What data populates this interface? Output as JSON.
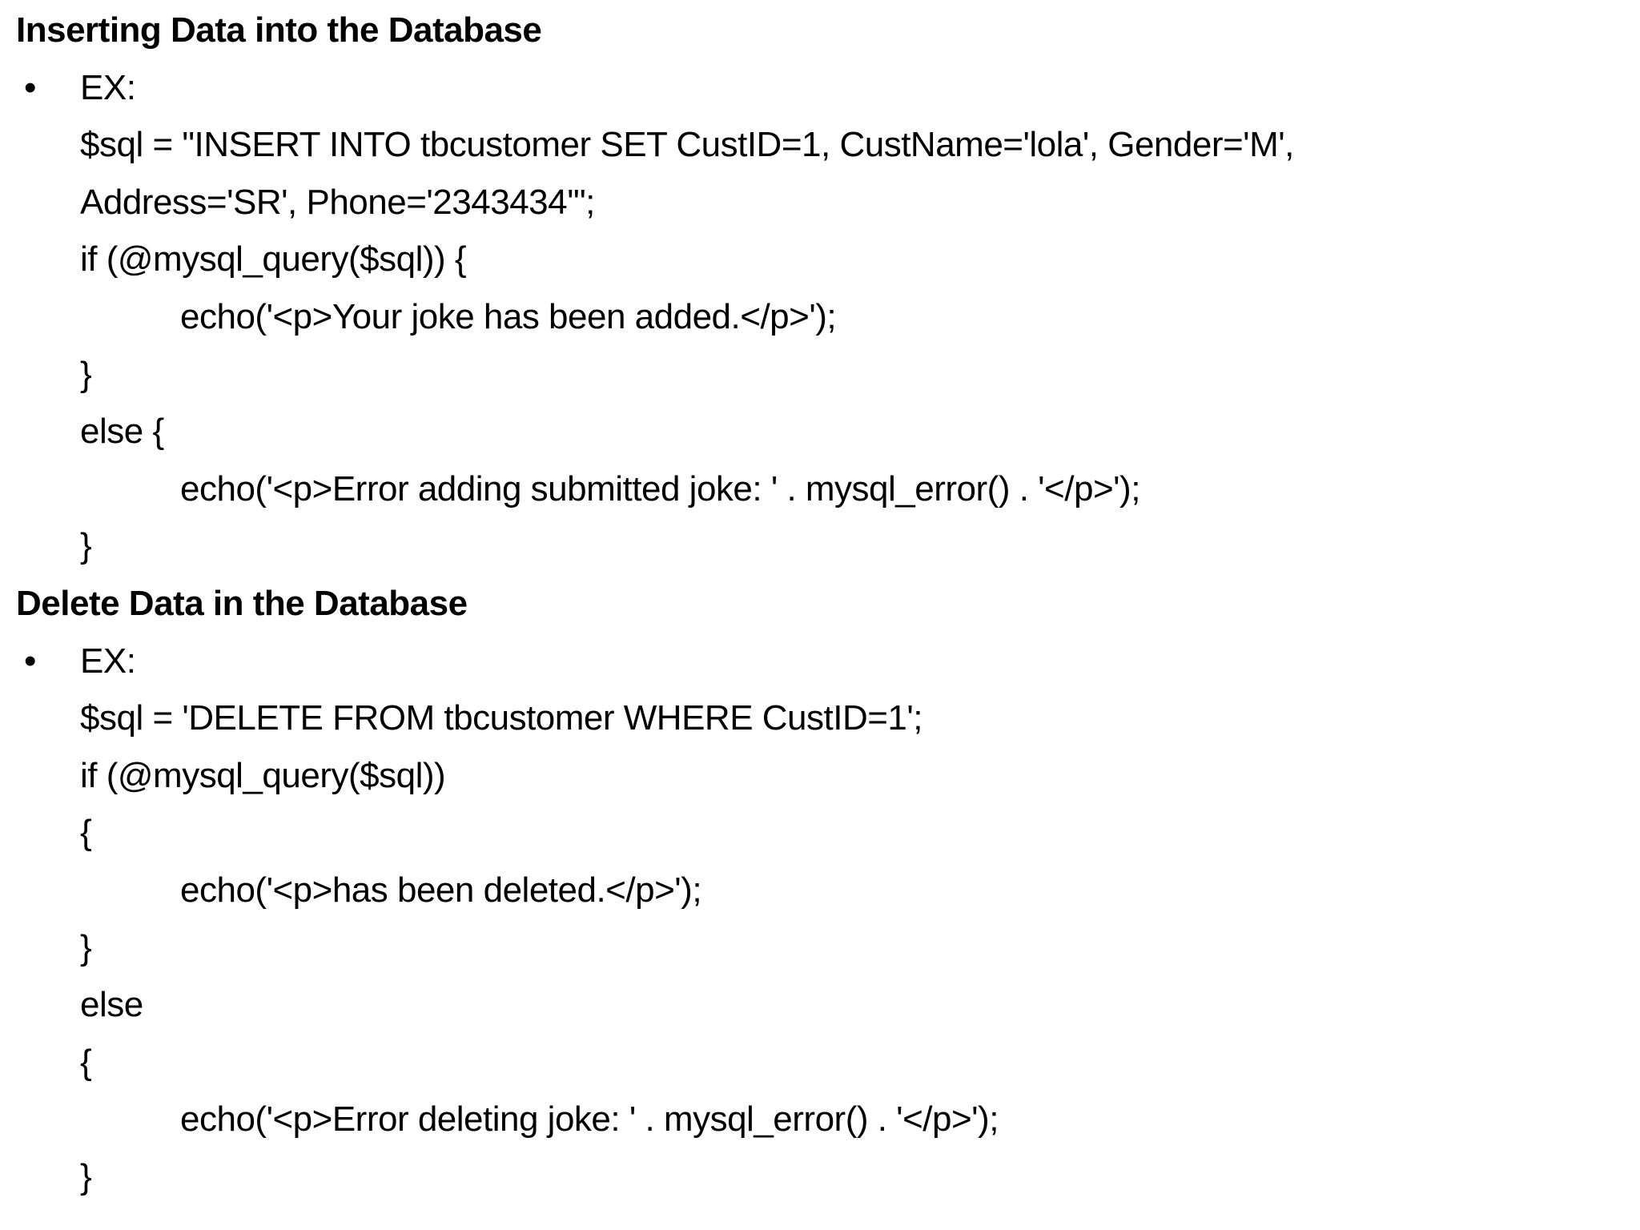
{
  "slide": {
    "background_color": "#ffffff",
    "text_color": "#000000",
    "bullet_char": "•",
    "sections": [
      {
        "heading": "Inserting Data into the Database",
        "items": [
          {
            "type": "bullet",
            "text": "EX:"
          },
          {
            "type": "code",
            "indent": 1,
            "text": "$sql = \"INSERT INTO tbcustomer SET CustID=1, CustName='lola', Gender='M',"
          },
          {
            "type": "code",
            "indent": 1,
            "text": "Address='SR', Phone='2343434'\";"
          },
          {
            "type": "code",
            "indent": 1,
            "text": "if (@mysql_query($sql)) {"
          },
          {
            "type": "code",
            "indent": 2,
            "text": "echo('<p>Your joke has been added.</p>');"
          },
          {
            "type": "code",
            "indent": 1,
            "text": "}"
          },
          {
            "type": "code",
            "indent": 1,
            "text": "else {"
          },
          {
            "type": "code",
            "indent": 2,
            "text": "echo('<p>Error adding submitted joke: ' . mysql_error() . '</p>');"
          },
          {
            "type": "code",
            "indent": 1,
            "text": "}"
          }
        ]
      },
      {
        "heading": "Delete Data in the Database",
        "items": [
          {
            "type": "bullet",
            "text": "EX:"
          },
          {
            "type": "code",
            "indent": 1,
            "text": "$sql = 'DELETE FROM tbcustomer WHERE CustID=1';"
          },
          {
            "type": "code",
            "indent": 1,
            "text": "if (@mysql_query($sql))"
          },
          {
            "type": "code",
            "indent": 1,
            "text": "{"
          },
          {
            "type": "code",
            "indent": 2,
            "text": "echo('<p>has been deleted.</p>');"
          },
          {
            "type": "code",
            "indent": 1,
            "text": "}"
          },
          {
            "type": "code",
            "indent": 1,
            "text": "else"
          },
          {
            "type": "code",
            "indent": 1,
            "text": "{"
          },
          {
            "type": "code",
            "indent": 2,
            "text": "echo('<p>Error deleting joke: ' . mysql_error() . '</p>');"
          },
          {
            "type": "code",
            "indent": 1,
            "text": "}"
          }
        ]
      }
    ]
  }
}
